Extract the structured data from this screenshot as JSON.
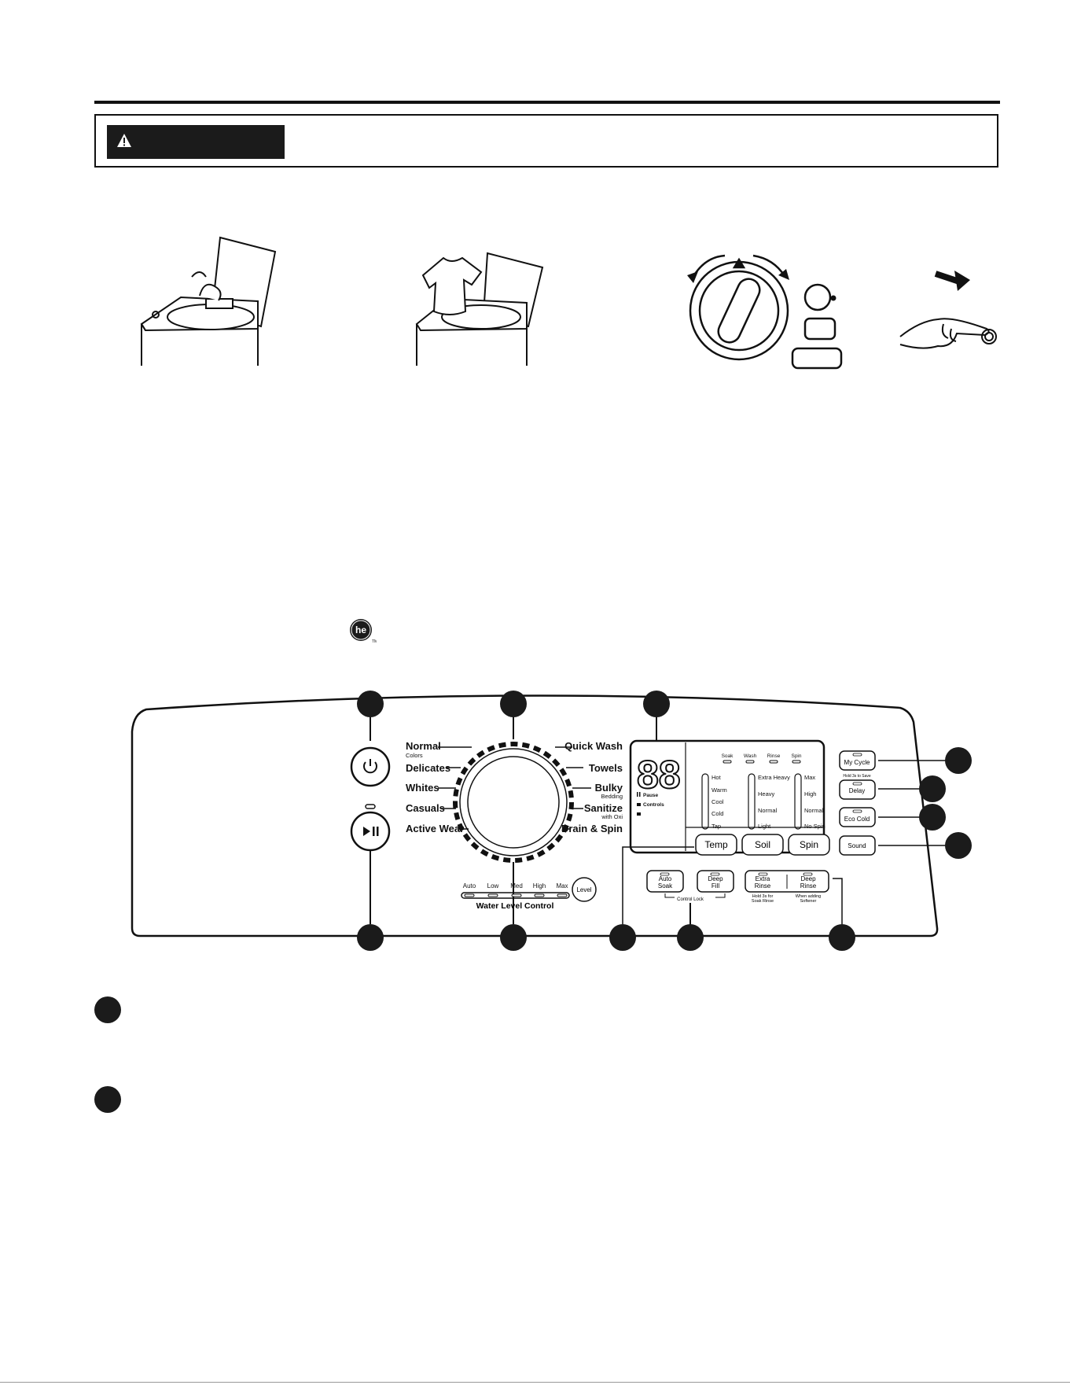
{
  "panel": {
    "cycles_left": [
      {
        "name": "Normal",
        "sub": "Colors"
      },
      {
        "name": "Delicates",
        "sub": ""
      },
      {
        "name": "Whites",
        "sub": ""
      },
      {
        "name": "Casuals",
        "sub": ""
      },
      {
        "name": "Active Wear",
        "sub": ""
      }
    ],
    "cycles_right": [
      {
        "name": "Quick Wash",
        "sub": ""
      },
      {
        "name": "Towels",
        "sub": ""
      },
      {
        "name": "Bulky",
        "sub": "Bedding"
      },
      {
        "name": "Sanitize",
        "sub": "with Oxi"
      },
      {
        "name": "Drain & Spin",
        "sub": ""
      }
    ],
    "display_digits": "88",
    "status_lights": {
      "pause": "Pause",
      "controls": "Controls"
    },
    "stage_labels": [
      "Soak",
      "Wash",
      "Rinse",
      "Spin"
    ],
    "temp_options": [
      "Hot",
      "Warm",
      "Cool",
      "Cold",
      "Tap"
    ],
    "soil_options": [
      "Extra Heavy",
      "Heavy",
      "Normal",
      "Light"
    ],
    "spin_options": [
      "Max",
      "High",
      "Normal",
      "No Spin"
    ],
    "buttons": {
      "temp": "Temp",
      "soil": "Soil",
      "spin": "Spin",
      "my_cycle": "My Cycle",
      "my_cycle_note": "Hold 3s to Save",
      "delay": "Delay",
      "eco_cold": "Eco Cold",
      "sound": "Sound",
      "level": "Level",
      "auto_soak": [
        "Auto",
        "Soak"
      ],
      "deep_fill": [
        "Deep",
        "Fill"
      ],
      "extra_rinse": [
        "Extra",
        "Rinse"
      ],
      "deep_rinse": [
        "Deep",
        "Rinse"
      ],
      "extra_rinse_note": [
        "Hold 3s for",
        "Soak Rinse"
      ],
      "deep_rinse_note": [
        "When adding",
        "Softener"
      ],
      "control_lock": "Control Lock"
    },
    "water_levels": [
      "Auto",
      "Low",
      "Med",
      "High",
      "Max"
    ],
    "water_level_title": "Water Level Control"
  },
  "he_logo_text": "he"
}
